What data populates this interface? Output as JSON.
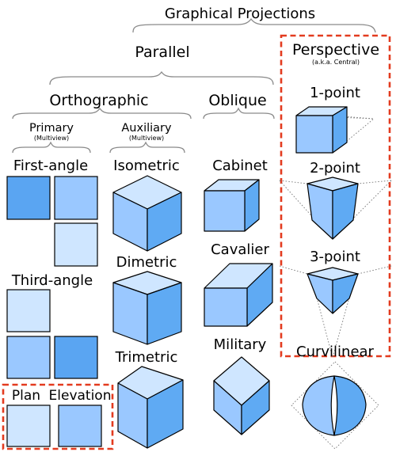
{
  "title": "Graphical Projections",
  "levels": {
    "parallel": "Parallel",
    "perspective": "Perspective",
    "perspective_note": "(a.k.a. Central)",
    "orthographic": "Orthographic",
    "oblique": "Oblique",
    "primary": "Primary",
    "primary_note": "(Multiview)",
    "auxiliary": "Auxiliary",
    "auxiliary_note": "(Multiview)"
  },
  "primary": {
    "first_angle": "First-angle",
    "third_angle": "Third-angle",
    "plan": "Plan",
    "elevation": "Elevation"
  },
  "auxiliary": {
    "isometric": "Isometric",
    "dimetric": "Dimetric",
    "trimetric": "Trimetric"
  },
  "oblique": {
    "cabinet": "Cabinet",
    "cavalier": "Cavalier",
    "military": "Military"
  },
  "perspective": {
    "one_point": "1-point",
    "two_point": "2-point",
    "three_point": "3-point",
    "curvilinear": "Curvilinear"
  },
  "colors": {
    "light_face": "#cfe6ff",
    "mid_face": "#9ac8ff",
    "dark_face": "#5faaf3",
    "highlight_dash": "#e33b1f",
    "brace": "#8a8a8a"
  }
}
